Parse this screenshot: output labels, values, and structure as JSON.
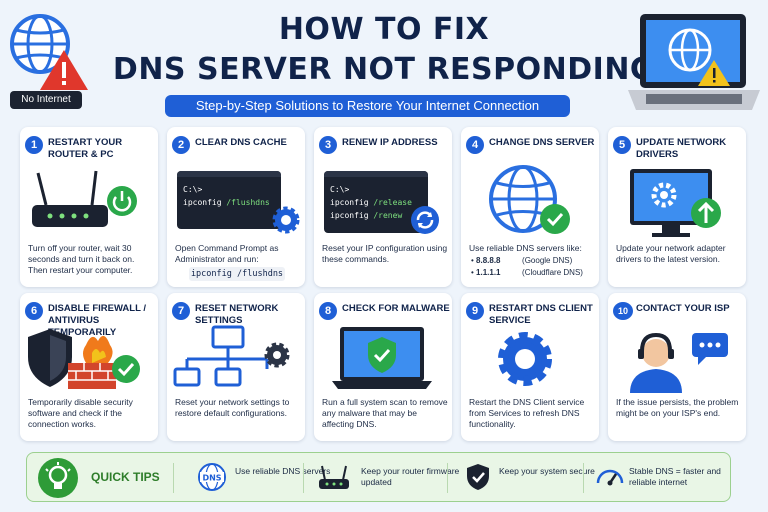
{
  "header": {
    "title_line1": "HOW TO FIX",
    "title_line2": "DNS SERVER NOT RESPONDING",
    "subtitle": "Step-by-Step Solutions to Restore Your Internet Connection",
    "badge": "No Internet"
  },
  "steps": [
    {
      "num": "1",
      "title": "Restart your router & PC",
      "desc": "Turn off your router, wait 30 seconds and turn it back on. Then restart your computer."
    },
    {
      "num": "2",
      "title": "Clear DNS cache",
      "desc": "Open Command Prompt as Administrator and run:",
      "terminal": {
        "prompt": "C:\\>",
        "cmd": "ipconfig ",
        "flag": "/flushdns"
      },
      "code": "ipconfig /flushdns"
    },
    {
      "num": "3",
      "title": "Renew IP address",
      "desc": "Reset your IP configuration using these commands.",
      "terminal": {
        "prompt": "C:\\>",
        "cmd1": "ipconfig ",
        "flag1": "/release",
        "cmd2": "ipconfig ",
        "flag2": "/renew"
      }
    },
    {
      "num": "4",
      "title": "Change DNS server",
      "desc": "Use reliable DNS servers like:",
      "dns": [
        {
          "ip": "8.8.8.8",
          "name": "(Google DNS)"
        },
        {
          "ip": "1.1.1.1",
          "name": "(Cloudflare DNS)"
        }
      ]
    },
    {
      "num": "5",
      "title": "Update network drivers",
      "desc": "Update your network adapter drivers to the latest version."
    },
    {
      "num": "6",
      "title": "Disable firewall / antivirus temporarily",
      "desc": "Temporarily disable security software and check if the connection works."
    },
    {
      "num": "7",
      "title": "Reset network settings",
      "desc": "Reset your network settings to restore default configurations."
    },
    {
      "num": "8",
      "title": "Check for malware",
      "desc": "Run a full system scan to remove any malware that may be affecting DNS."
    },
    {
      "num": "9",
      "title": "Restart DNS client service",
      "desc": "Restart the DNS Client service from Services to refresh DNS functionality."
    },
    {
      "num": "10",
      "title": "Contact your ISP",
      "desc": "If the issue persists, the problem might be on your ISP's end."
    }
  ],
  "tips": {
    "title": "QUICK TIPS",
    "dns_label": "DNS",
    "items": [
      {
        "text": "Use reliable DNS servers"
      },
      {
        "text": "Keep your router firmware updated"
      },
      {
        "text": "Keep your system secure"
      },
      {
        "text": "Stable DNS = faster and reliable internet"
      }
    ]
  },
  "colors": {
    "accent": "#1f5fd6",
    "navy": "#10234a",
    "success": "#2aa84a",
    "warning": "#f2c21b",
    "danger": "#e0372c"
  }
}
